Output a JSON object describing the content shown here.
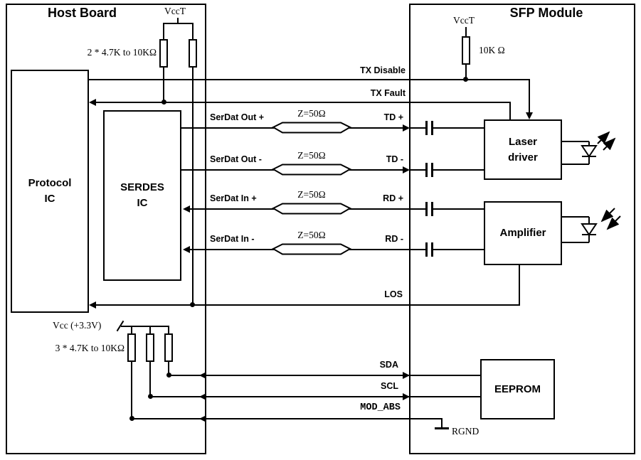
{
  "titles": {
    "host": "Host Board",
    "sfp": "SFP Module"
  },
  "blocks": {
    "protocol": "Protocol IC",
    "serdes": "SERDES IC",
    "laser": "Laser driver",
    "amp": "Amplifier",
    "eeprom": "EEPROM"
  },
  "power": {
    "vcct_host": "VccT",
    "vcct_sfp": "VccT",
    "pullups_top": "2 * 4.7K to 10KΩ",
    "pullup_sfp": "10K Ω",
    "vcc33": "Vcc (+3.3V)",
    "pullups_bottom": "3 * 4.7K to 10KΩ",
    "rgnd": "RGND"
  },
  "signals": {
    "tx_disable": "TX Disable",
    "tx_fault": "TX Fault",
    "serdat_out_p": "SerDat Out +",
    "serdat_out_n": "SerDat Out -",
    "serdat_in_p": "SerDat In +",
    "serdat_in_n": "SerDat In -",
    "td_p": "TD +",
    "td_n": "TD -",
    "rd_p": "RD +",
    "rd_n": "RD -",
    "los": "LOS",
    "sda": "SDA",
    "scl": "SCL",
    "mod_abs": "MOD_ABS",
    "z50": "Z=50Ω"
  },
  "colors": {
    "line": "#000000",
    "background": "#ffffff"
  }
}
